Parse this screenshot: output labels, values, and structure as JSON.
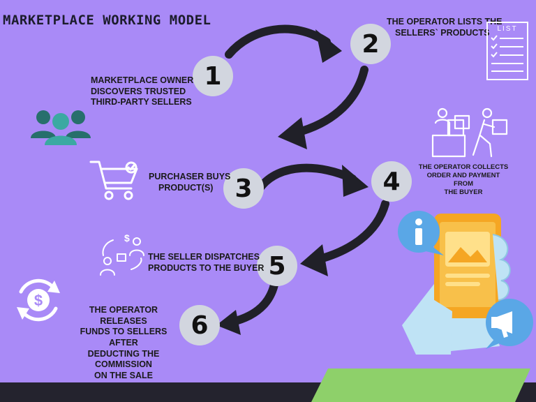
{
  "title": "MARKETPLACE WORKING MODEL",
  "steps": [
    {
      "number": "1",
      "text_lines": [
        "Marketplace owner",
        "discovers trusted",
        "third-party sellers"
      ],
      "icon": "users-group-icon"
    },
    {
      "number": "2",
      "text_lines": [
        "The operator lists the",
        "sellers` products"
      ],
      "icon": "list-clipboard-icon",
      "icon_text": "LIST"
    },
    {
      "number": "3",
      "text_lines": [
        "Purchaser buys",
        "product(s)"
      ],
      "icon": "shopping-cart-icon"
    },
    {
      "number": "4",
      "text_lines": [
        "The operator collects",
        "order and payment from",
        "the buyer"
      ],
      "icon": "delivery-workers-icon"
    },
    {
      "number": "5",
      "text_lines": [
        "The seller dispatches",
        "products to the buyer"
      ],
      "icon": "seller-exchange-icon"
    },
    {
      "number": "6",
      "text_lines": [
        "The operator releases",
        "funds to sellers after",
        "deducting the commission",
        "on the sale"
      ],
      "icon": "dollar-cycle-icon"
    }
  ],
  "colors": {
    "background": "#a98af7",
    "circle": "#d2d6df",
    "arrow": "#202028",
    "footer_dark": "#24232e",
    "footer_green": "#8ed06a",
    "icon_teal": "#2f8a86",
    "phone_orange": "#f8c04a",
    "bubble_blue": "#5aa7e6"
  },
  "decorations": [
    "phone-hand-icon",
    "info-bubble-icon",
    "megaphone-bubble-icon"
  ]
}
